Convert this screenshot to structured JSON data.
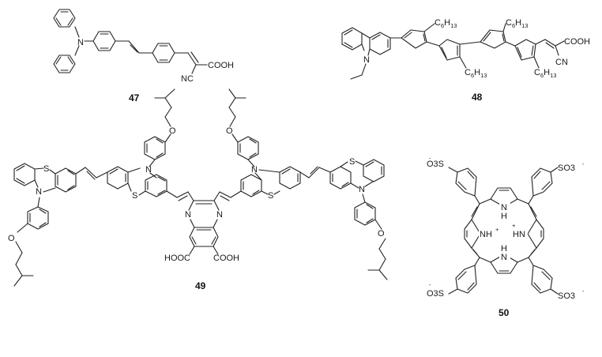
{
  "figure": {
    "compounds": [
      {
        "id": "47",
        "label": "47",
        "atoms": {
          "amine_n": "N",
          "cyano": "NC",
          "acid": "COOH"
        },
        "description": "triphenylamine–stilbene–cyanoacrylic acid dye"
      },
      {
        "id": "48",
        "label": "48",
        "atoms": {
          "carbazole_n": "N",
          "cyano": "CN",
          "acid": "COOH",
          "hexyl": "C6H13",
          "hexyl_main": "C",
          "hexyl_sub6": "6",
          "hexyl_H": "H",
          "hexyl_sub13": "13"
        },
        "description": "N-ethylcarbazole donor with four hexyl-substituted five-membered rings and cyanoacrylic acid"
      },
      {
        "id": "49",
        "label": "49",
        "atoms": {
          "phenothiazine_n": "N",
          "phenothiazine_s": "S",
          "ether_o": "O",
          "pyrazine_n": "N",
          "acid_left": "HOOC",
          "acid_right": "COOH"
        },
        "description": "quinoxaline dicarboxylic acid core with vinylene-linked bis-phenothiazine arms bearing isopentyloxyphenyl groups"
      },
      {
        "id": "50",
        "label": "50",
        "atoms": {
          "sulfonate_left": "O3S",
          "sulfonate_right": "SO3",
          "charge_minus": "-",
          "charge_plus": "+",
          "nh": "NH",
          "hn": "HN",
          "n": "N",
          "h": "H"
        },
        "description": "tetrakis(4-sulfonatophenyl)porphyrin diacid"
      }
    ]
  }
}
